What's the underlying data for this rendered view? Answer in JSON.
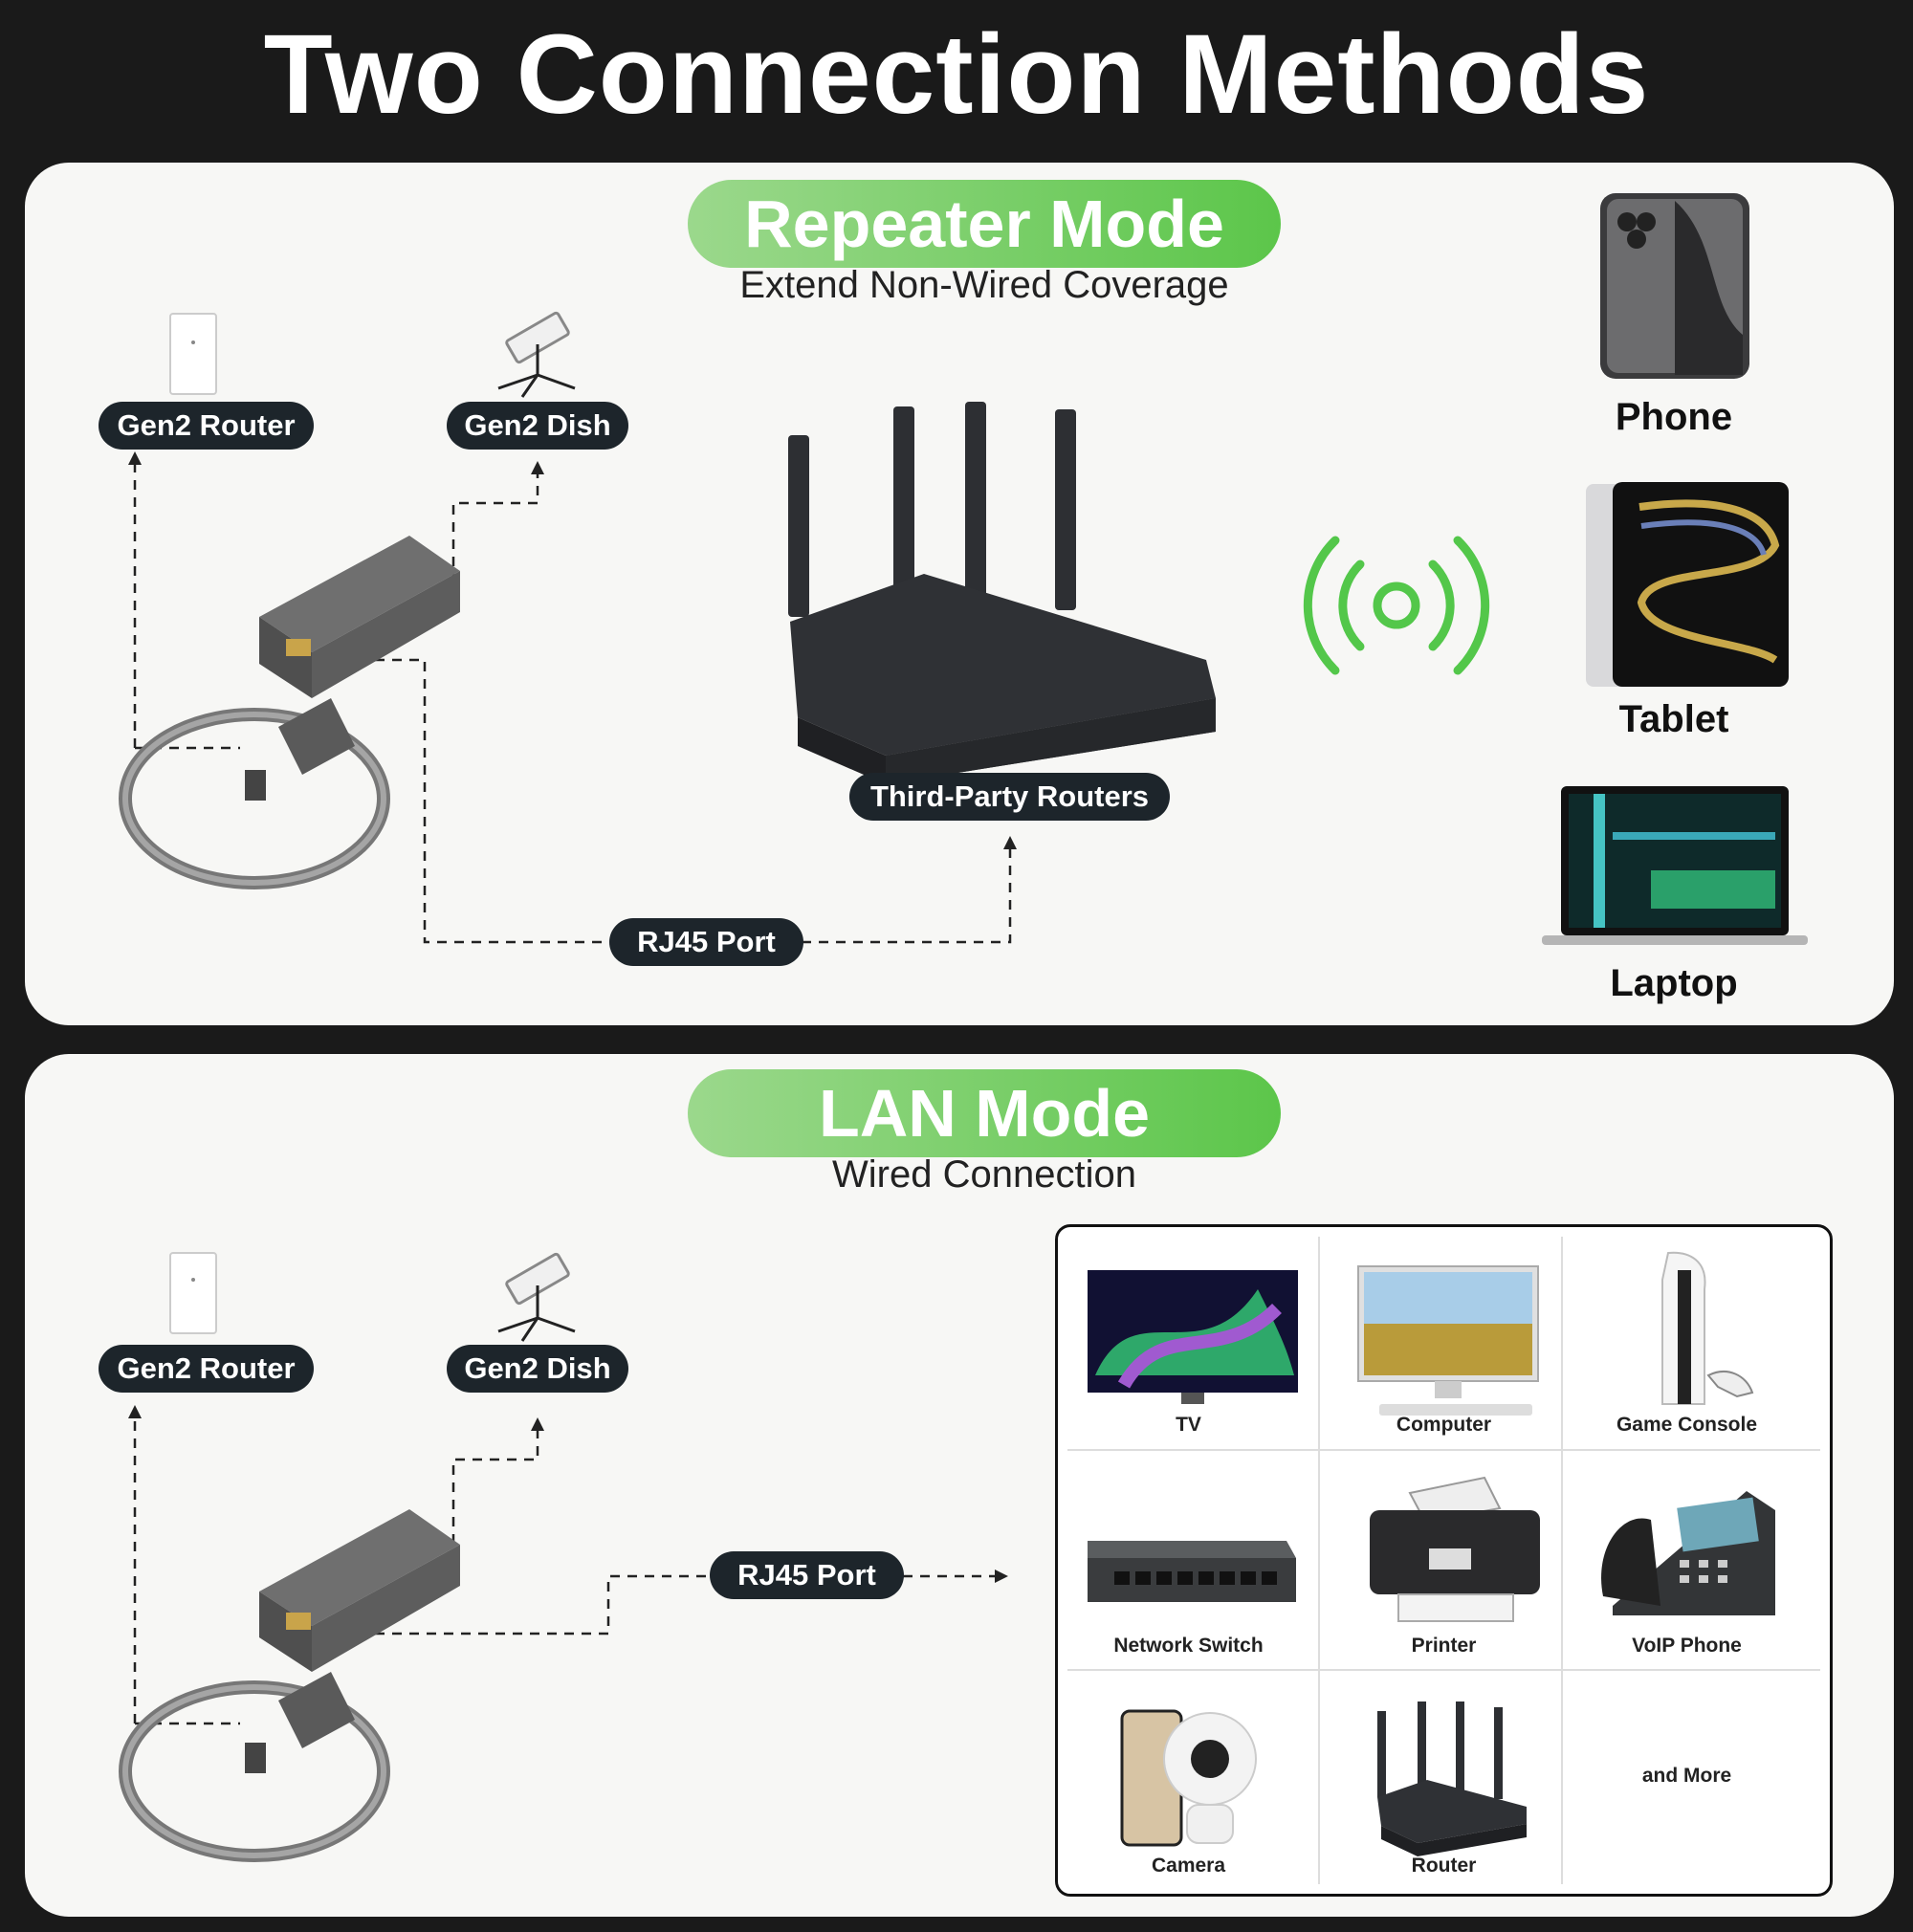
{
  "title": "Two Connection Methods",
  "repeater": {
    "mode_title": "Repeater Mode",
    "mode_subtitle": "Extend Non-Wired Coverage",
    "gen2_router": "Gen2 Router",
    "gen2_dish": "Gen2 Dish",
    "third_party_routers": "Third-Party Routers",
    "rj45_port": "RJ45 Port",
    "devices": [
      "Phone",
      "Tablet",
      "Laptop"
    ]
  },
  "lan": {
    "mode_title": "LAN Mode",
    "mode_subtitle": "Wired Connection",
    "gen2_router": "Gen2 Router",
    "gen2_dish": "Gen2 Dish",
    "rj45_port": "RJ45 Port",
    "devices": [
      "TV",
      "Computer",
      "Game Console",
      "Network Switch",
      "Printer",
      "VoIP Phone",
      "Camera",
      "Router",
      "and More"
    ]
  },
  "colors": {
    "accent_green": "#5cc64a",
    "tag_dark": "#1d252b",
    "background": "#1a1a1a"
  }
}
